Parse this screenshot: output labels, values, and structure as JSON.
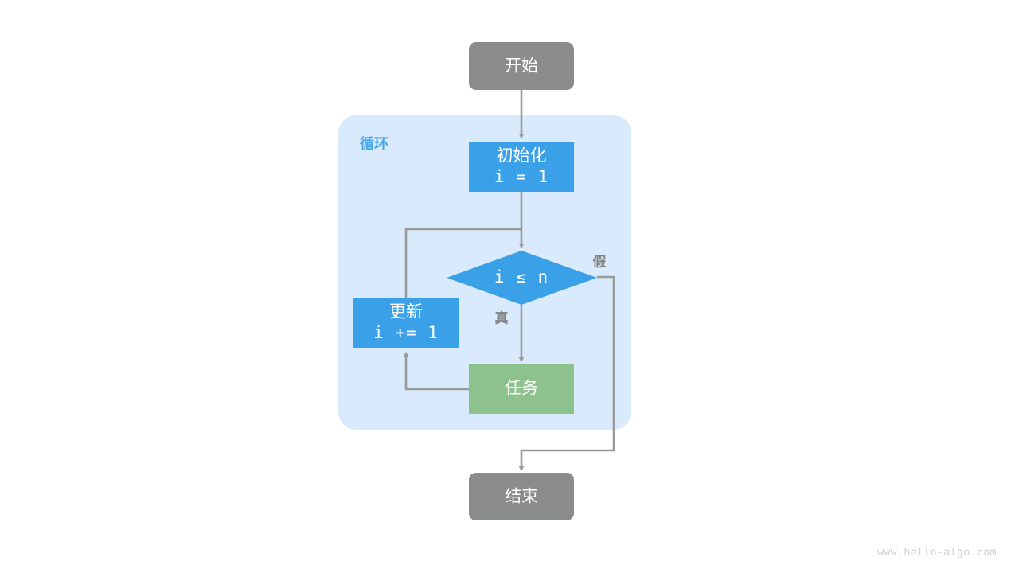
{
  "diagram": {
    "title": "for-loop-flowchart",
    "colors": {
      "start_end_fill": "#8b8d8d",
      "process_fill": "#3aa0e8",
      "decision_fill": "#3aa0e8",
      "task_fill": "#8ec28c",
      "group_fill": "#d8eafb",
      "group_label_color": "#45a6ea",
      "edge_color": "#9a9a9a",
      "node_text_color": "#ffffff",
      "edge_label_color": "#808080",
      "background": "#ffffff",
      "watermark_color": "#cfcfcf"
    },
    "group": {
      "label": "循环"
    },
    "nodes": {
      "start": {
        "label": "开始"
      },
      "init": {
        "line1": "初始化",
        "line2": "i = 1"
      },
      "decision": {
        "label": "i ≤ n"
      },
      "update": {
        "line1": "更新",
        "line2": "i += 1"
      },
      "task": {
        "label": "任务"
      },
      "end": {
        "label": "结束"
      }
    },
    "edge_labels": {
      "true_branch": "真",
      "false_branch": "假"
    },
    "watermark": "www.hello-algo.com"
  }
}
